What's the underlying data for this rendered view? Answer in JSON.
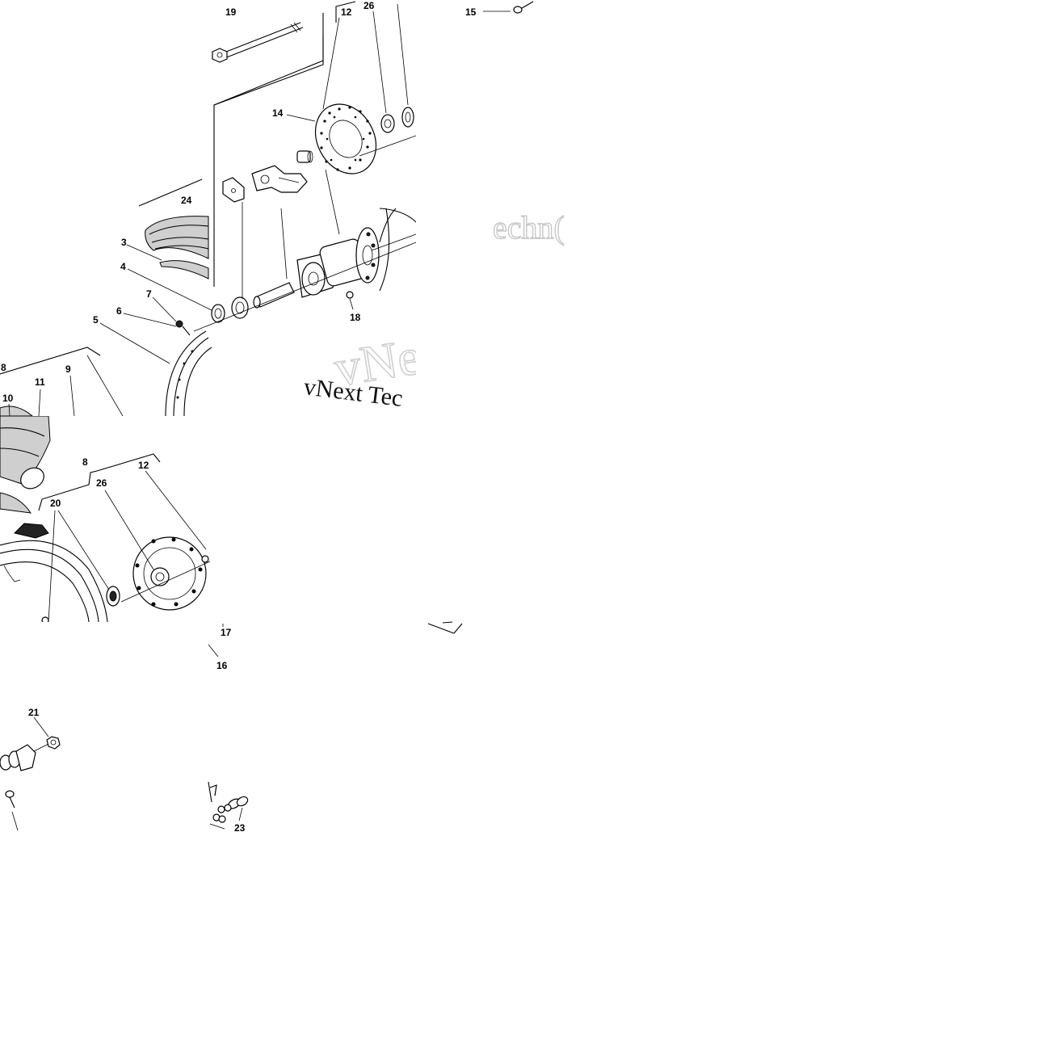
{
  "diagram": {
    "callouts": [
      {
        "id": "c19a",
        "label": "19"
      },
      {
        "id": "c12a",
        "label": "12"
      },
      {
        "id": "c26a",
        "label": "26"
      },
      {
        "id": "c15",
        "label": "15"
      },
      {
        "id": "c14",
        "label": "14"
      },
      {
        "id": "c24",
        "label": "24"
      },
      {
        "id": "c3",
        "label": "3"
      },
      {
        "id": "c4",
        "label": "4"
      },
      {
        "id": "c7",
        "label": "7"
      },
      {
        "id": "c6",
        "label": "6"
      },
      {
        "id": "c5",
        "label": "5"
      },
      {
        "id": "c18",
        "label": "18"
      },
      {
        "id": "c8a",
        "label": "8"
      },
      {
        "id": "c10",
        "label": "10"
      },
      {
        "id": "c11",
        "label": "11"
      },
      {
        "id": "c9",
        "label": "9"
      },
      {
        "id": "c8b",
        "label": "8"
      },
      {
        "id": "c12b",
        "label": "12"
      },
      {
        "id": "c26b",
        "label": "26"
      },
      {
        "id": "c20",
        "label": "20"
      },
      {
        "id": "c17",
        "label": "17"
      },
      {
        "id": "c16",
        "label": "16"
      },
      {
        "id": "c21",
        "label": "21"
      },
      {
        "id": "c23",
        "label": "23"
      }
    ],
    "watermark": {
      "large": "vNe",
      "small": "vNext Tec",
      "ghost": "echn("
    }
  }
}
